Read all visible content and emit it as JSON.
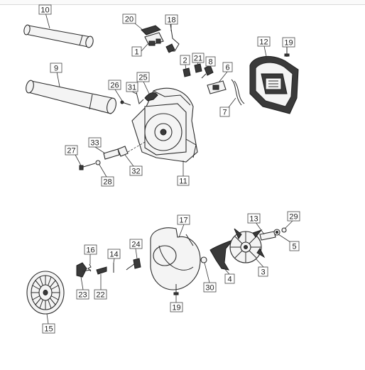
{
  "callouts": {
    "c1": "1",
    "c2": "2",
    "c3": "3",
    "c4": "4",
    "c5": "5",
    "c6": "6",
    "c7": "7",
    "c8": "8",
    "c9": "9",
    "c10": "10",
    "c11": "11",
    "c12": "12",
    "c13": "13",
    "c14": "14",
    "c15": "15",
    "c16": "16",
    "c17": "17",
    "c18": "18",
    "c19a": "19",
    "c19b": "19",
    "c20": "20",
    "c21": "21",
    "c22": "22",
    "c23": "23",
    "c24": "24",
    "c25": "25",
    "c26": "26",
    "c27": "27",
    "c28": "28",
    "c29": "29",
    "c30": "30",
    "c31": "31",
    "c32": "32",
    "c33": "33"
  }
}
